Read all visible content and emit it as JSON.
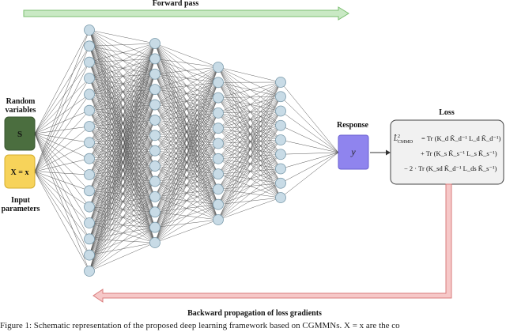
{
  "arrows": {
    "forward_label": "Forward pass",
    "backward_label": "Backward propagation of loss gradients"
  },
  "inputs": {
    "random_label_line1": "Random",
    "random_label_line2": "variables",
    "s_box": "S",
    "x_box": "X = x",
    "input_label_line1": "Input",
    "input_label_line2": "parameters"
  },
  "network": {
    "layer_sizes": [
      16,
      14,
      11,
      9
    ]
  },
  "response": {
    "label": "Response",
    "symbol": "y"
  },
  "loss": {
    "title": "Loss",
    "lhs_symbol": "L̂",
    "lhs_sup": "2",
    "lhs_sub": "CMMD",
    "line1": "= Tr (K_d K̃_d⁻¹ L_d K̃_d⁻¹)",
    "line2": "+ Tr (K_s K̃_s⁻¹ L_s K̃_s⁻¹)",
    "line3": "− 2 · Tr (K_sd K̃_d⁻¹ L_ds K̃_s⁻¹)"
  },
  "caption": "Figure 1: Schematic representation of the proposed deep learning framework based on CGMMNs. X = x are the co",
  "colors": {
    "forward_arrow": "#c9e9c4",
    "forward_arrow_stroke": "#7bbf70",
    "backward_arrow": "#f6c8c8",
    "backward_arrow_stroke": "#d97c7c",
    "node_fill": "#c8dbe6",
    "node_stroke": "#7a9aab",
    "edge": "#555555",
    "s_box_fill": "#4b6e3f",
    "x_box_fill": "#f7d35a",
    "response_fill": "#8f84ee",
    "loss_fill": "#f1f1f1"
  }
}
